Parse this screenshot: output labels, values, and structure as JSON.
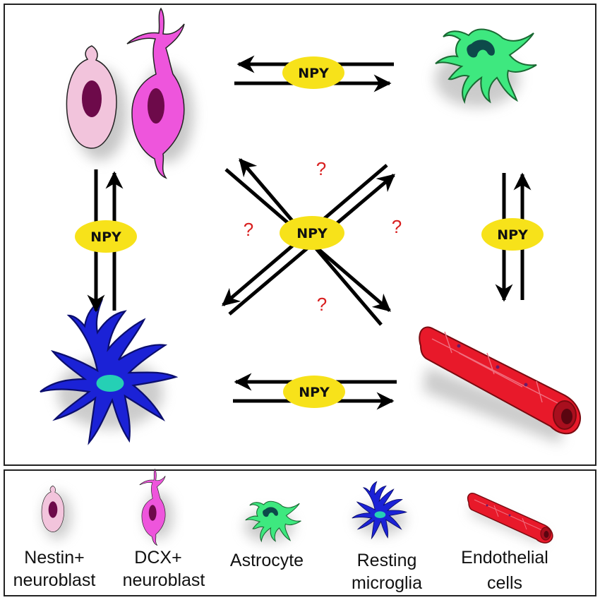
{
  "diagram": {
    "mediator_label": "NPY",
    "unknown_marker": "?"
  },
  "legend": {
    "items": [
      {
        "line1": "Nestin+",
        "line2": "neuroblast"
      },
      {
        "line1": "DCX+",
        "line2": "neuroblast"
      },
      {
        "line1": "Astrocyte",
        "line2": ""
      },
      {
        "line1": "Resting",
        "line2": "microglia"
      },
      {
        "line1": "Endothelial",
        "line2": "cells"
      }
    ]
  },
  "colors": {
    "nestin": "#f2c4dc",
    "nestin_nucleus": "#6d0a4a",
    "dcx": "#ee55dc",
    "astrocyte": "#3ee87f",
    "astrocyte_nucleus": "#0d4a4a",
    "microglia": "#1b22d6",
    "microglia_nucleus": "#25d0b5",
    "endothelial": "#e8192a",
    "npy_fill": "#f7e21a",
    "question": "#d81e1e"
  }
}
